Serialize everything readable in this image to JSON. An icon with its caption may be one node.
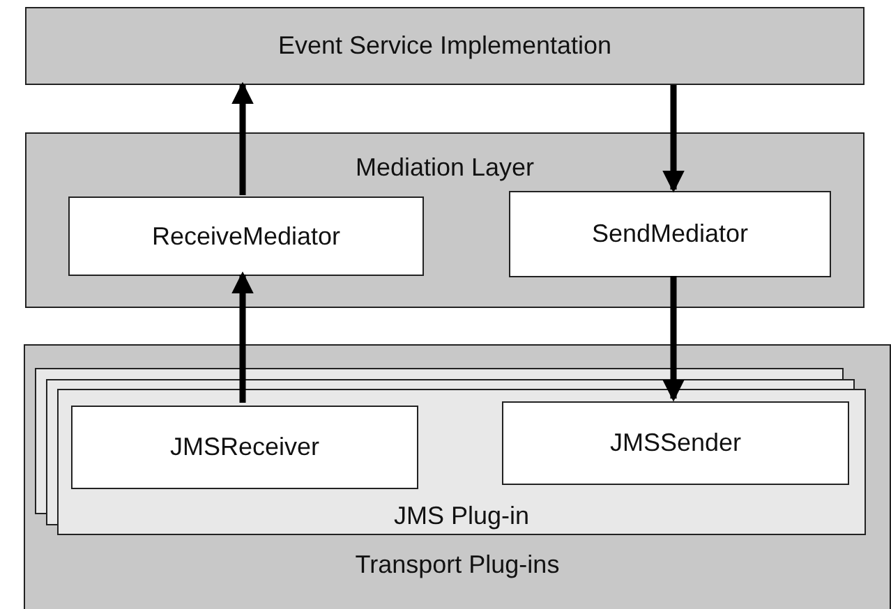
{
  "diagram": {
    "nodes": [
      {
        "text": [
          "Event Service Implementation"
        ]
      },
      {
        "text": [
          "Mediation Layer"
        ]
      },
      {
        "text": [
          "ReceiveMediator"
        ],
        "in": 1
      },
      {
        "text": [
          "SendMediator"
        ],
        "in": 1
      },
      {
        "text": [
          "Transport Plug-ins"
        ]
      },
      {
        "text": [
          "JMS Plug-in"
        ],
        "in": 4
      },
      {
        "text": [
          "JMSReceiver"
        ],
        "in": 5
      },
      {
        "text": [
          "JMSSender"
        ],
        "in": 5
      }
    ],
    "edges": [
      {
        "from": 6,
        "to": 2,
        "arrow": "to"
      },
      {
        "from": 2,
        "to": 0,
        "arrow": "to"
      },
      {
        "from": 0,
        "to": 3,
        "arrow": "to"
      },
      {
        "from": 3,
        "to": 7,
        "arrow": "to"
      }
    ]
  }
}
